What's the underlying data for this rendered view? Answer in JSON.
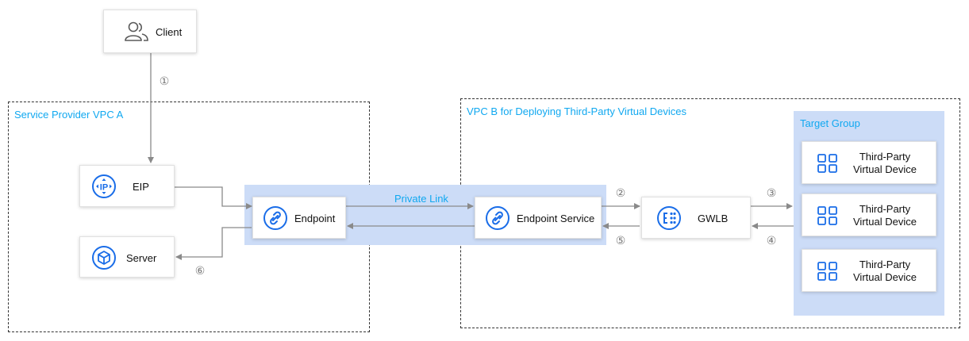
{
  "colors": {
    "accent": "#1a6de8",
    "vpc_title": "#10a8f0",
    "band": "#ccdcf7",
    "line": "#8a8a8a"
  },
  "client": {
    "label": "Client",
    "icon": "users-icon"
  },
  "vpc_a": {
    "title": "Service Provider VPC A"
  },
  "vpc_b": {
    "title": "VPC B for Deploying Third-Party Virtual Devices"
  },
  "nodes": {
    "eip": {
      "label": "EIP",
      "icon": "ip-icon"
    },
    "server": {
      "label": "Server",
      "icon": "cube-icon"
    },
    "endpoint": {
      "label": "Endpoint",
      "icon": "link-icon"
    },
    "endpoint_service": {
      "label": "Endpoint Service",
      "icon": "link-icon"
    },
    "gwlb": {
      "label": "GWLB",
      "icon": "load-balancer-icon"
    }
  },
  "private_link": {
    "label": "Private Link"
  },
  "target_group": {
    "title": "Target Group",
    "devices": [
      {
        "line1": "Third-Party",
        "line2": "Virtual Device",
        "icon": "grid-icon"
      },
      {
        "line1": "Third-Party",
        "line2": "Virtual Device",
        "icon": "grid-icon"
      },
      {
        "line1": "Third-Party",
        "line2": "Virtual Device",
        "icon": "grid-icon"
      }
    ]
  },
  "steps": [
    "①",
    "②",
    "③",
    "④",
    "⑤",
    "⑥"
  ]
}
